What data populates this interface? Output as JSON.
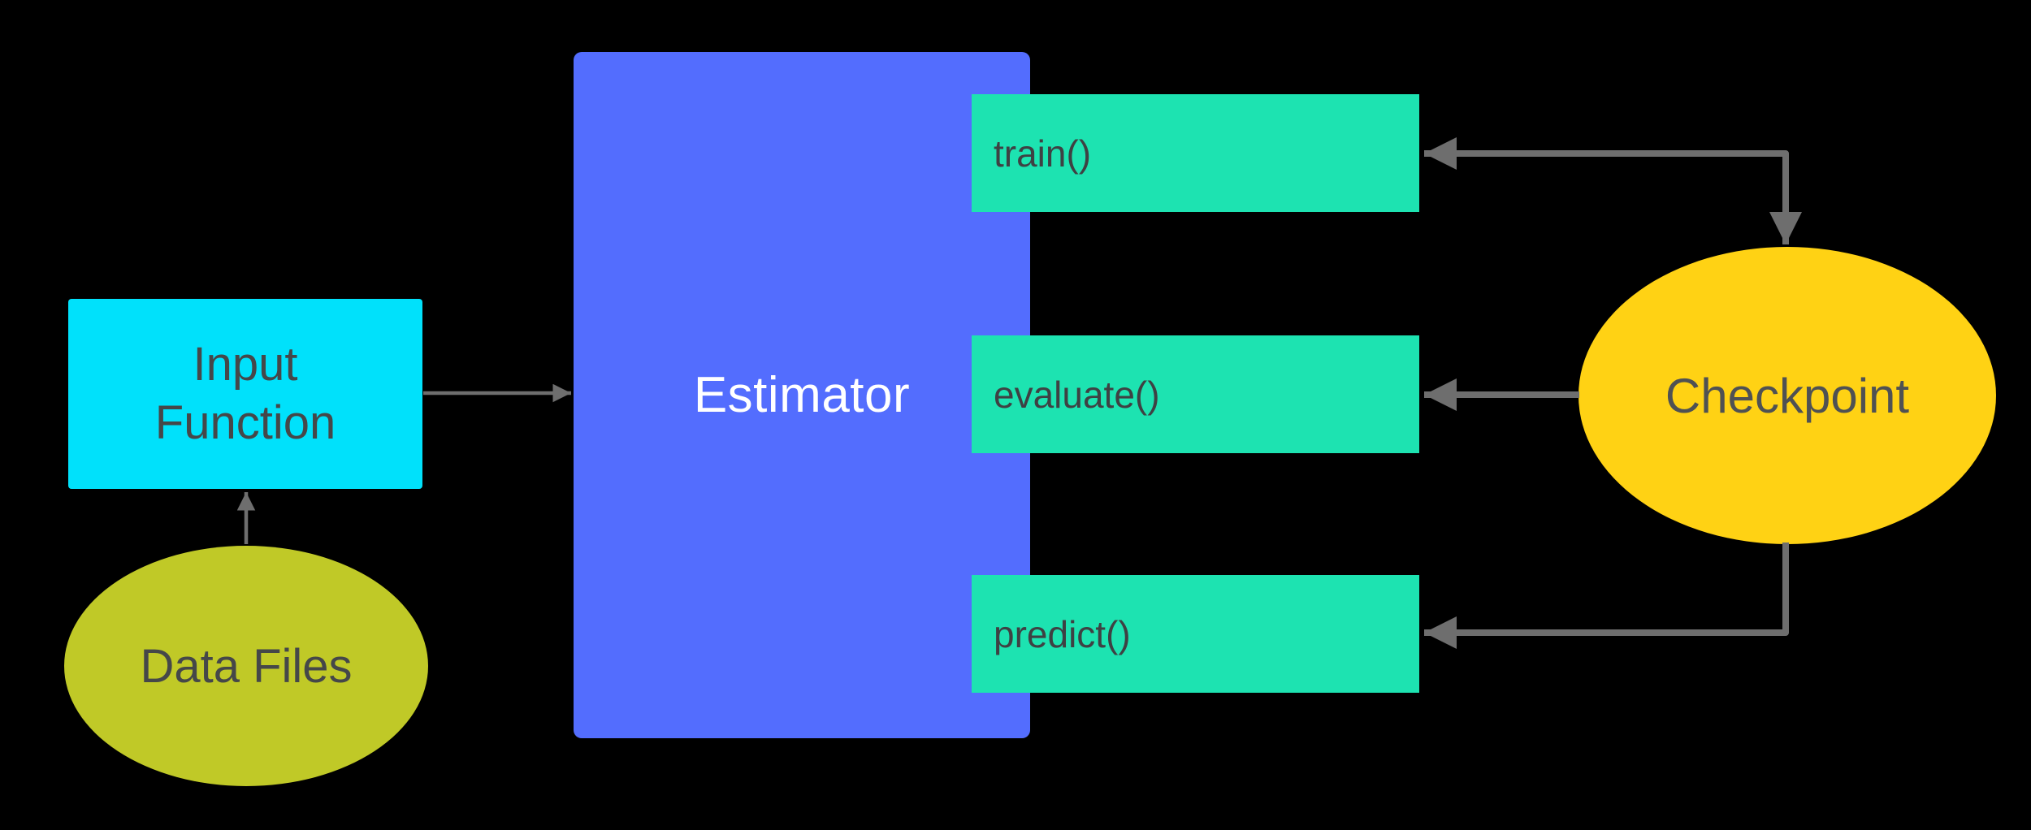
{
  "diagram": {
    "kind": "flow-diagram",
    "background": "#000000",
    "nodes": {
      "estimator": {
        "label": "Estimator",
        "shape": "rectangle",
        "color": "#536DFE"
      },
      "input_function": {
        "label": "Input Function",
        "lines": [
          "Input",
          "Function"
        ],
        "shape": "rectangle",
        "color": "#00E1FB"
      },
      "data_files": {
        "label": "Data Files",
        "shape": "ellipse",
        "color": "#C0C927"
      },
      "checkpoint": {
        "label": "Checkpoint",
        "shape": "ellipse",
        "color": "#FFD214"
      },
      "methods": [
        {
          "label": "train()",
          "shape": "rectangle",
          "color": "#1DE3B1"
        },
        {
          "label": "evaluate()",
          "shape": "rectangle",
          "color": "#1DE3B1"
        },
        {
          "label": "predict()",
          "shape": "rectangle",
          "color": "#1DE3B1"
        }
      ]
    },
    "edges": [
      {
        "from": "data_files",
        "to": "input_function",
        "arrowheads": "end"
      },
      {
        "from": "input_function",
        "to": "estimator",
        "arrowheads": "end"
      },
      {
        "from": "checkpoint",
        "to": "train()",
        "arrowheads": "both"
      },
      {
        "from": "checkpoint",
        "to": "evaluate()",
        "arrowheads": "end"
      },
      {
        "from": "checkpoint",
        "to": "predict()",
        "arrowheads": "end"
      }
    ],
    "colors": {
      "arrow": "#6E6E6E",
      "text_dark": "#454749",
      "text_light": "#FFFFFF"
    }
  }
}
